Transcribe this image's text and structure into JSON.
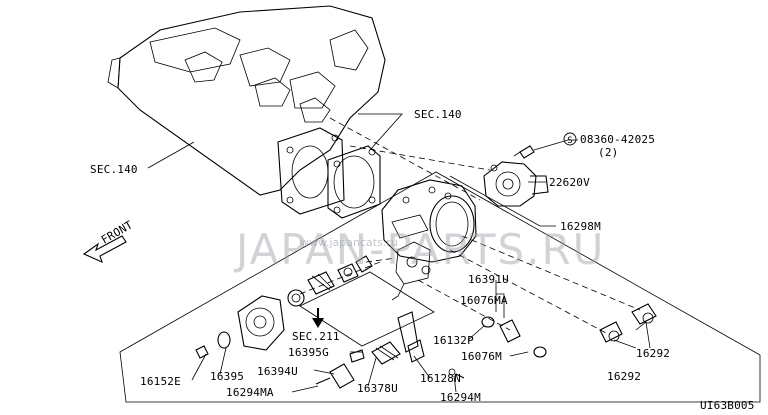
{
  "labels": {
    "sec140_top": "SEC.140",
    "sec140_left": "SEC.140",
    "screw_code": "08360-42025",
    "screw_qty": "(2)",
    "screw_circle": "S",
    "sensor": "22620V",
    "assembly": "16298M",
    "l16391u": "16391U",
    "l16076ma": "16076MA",
    "l16132p": "16132P",
    "l16076m": "16076M",
    "sec211": "SEC.211",
    "l16395g": "16395G",
    "l16394u": "16394U",
    "l16378u": "16378U",
    "l16128n": "16128N",
    "l16294ma": "16294MA",
    "l16294m": "16294M",
    "l16152e": "16152E",
    "l16395": "16395",
    "l16292_a": "16292",
    "l16292_b": "16292",
    "front": "FRONT",
    "ref_code": "UI63B005"
  },
  "watermark": {
    "main": "JAPAN-PARTS.RU",
    "small": "www.japancats.ru"
  }
}
